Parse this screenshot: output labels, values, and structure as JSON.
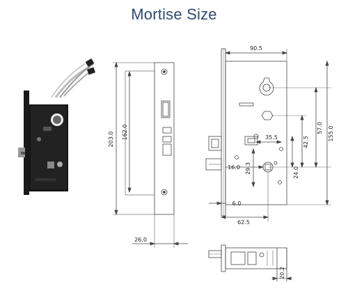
{
  "title": "Mortise Size",
  "front_view": {
    "dim_total_height": "203.0",
    "dim_hole_spacing": "162.0",
    "dim_faceplate_width": "26.0"
  },
  "side_view": {
    "dim_body_width": "90.5",
    "dim_155": "155.0",
    "dim_57": "57.0",
    "dim_425": "42.5",
    "dim_240": "24.0",
    "dim_355": "35.5",
    "dim_293": "29.3",
    "dim_160": "16.0",
    "dim_60": "6.0",
    "dim_625": "62.5"
  },
  "bottom_view": {
    "dim_202": "20.2"
  }
}
